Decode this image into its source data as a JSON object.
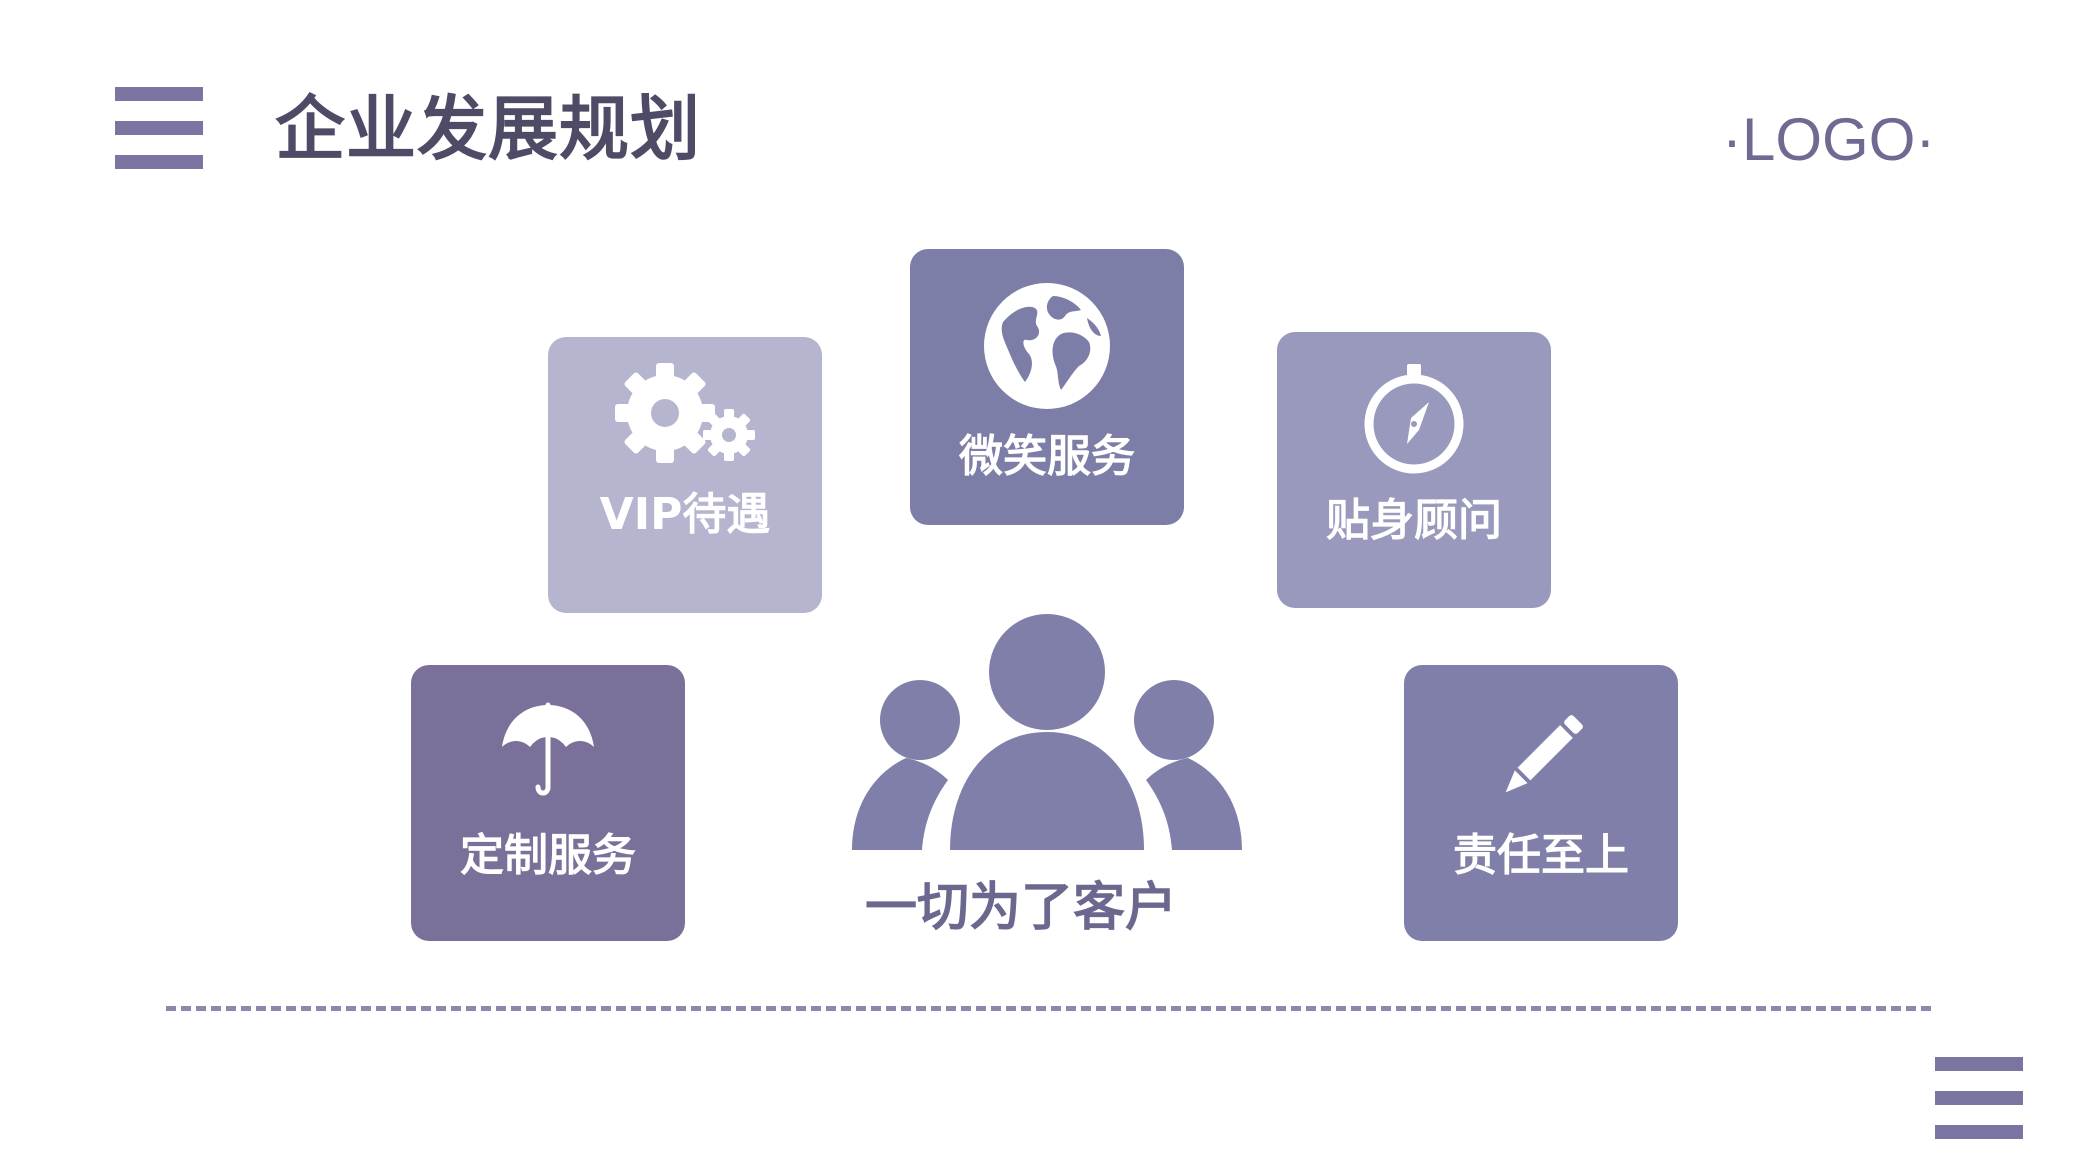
{
  "header": {
    "title": "企业发展规划",
    "logo": "·LOGO·"
  },
  "cards": {
    "vip": {
      "label": "VIP待遇",
      "icon": "gears-icon"
    },
    "smile": {
      "label": "微笑服务",
      "icon": "globe-icon"
    },
    "advisor": {
      "label": "贴身顾问",
      "icon": "compass-icon"
    },
    "custom": {
      "label": "定制服务",
      "icon": "umbrella-icon"
    },
    "responsibility": {
      "label": "责任至上",
      "icon": "pencil-icon"
    }
  },
  "center": {
    "label": "一切为了客户",
    "icon": "people-group-icon"
  },
  "colors": {
    "accent": "#7b75a1",
    "title": "#4e4b66",
    "card_light": "#b5b5cf",
    "card_mid": "#9899bc",
    "card_dark": "#7d7ea8",
    "card_purple": "#7a7099"
  }
}
